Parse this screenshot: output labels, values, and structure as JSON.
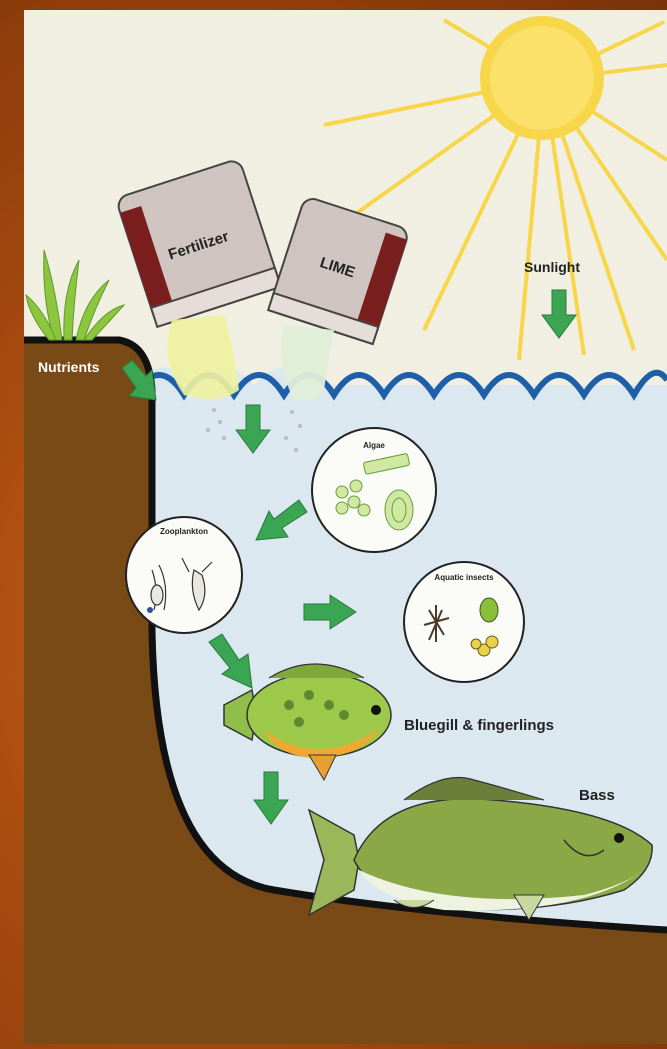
{
  "diagram": {
    "labels": {
      "sunlight": "Sunlight",
      "nutrients": "Nutrients",
      "fertilizer": "Fertilizer",
      "lime": "LIME",
      "algae": "Algae",
      "zooplankton": "Zooplankton",
      "aquatic_insects": "Aquatic insects",
      "bluegill": "Bluegill & fingerlings",
      "bass": "Bass"
    },
    "colors": {
      "sky": "#f1efe2",
      "water": "#dce8f0",
      "wave": "#1f5fa8",
      "soil": "#7a4a16",
      "arrow": "#3aa654",
      "sun": "#f7d64a",
      "bag": "#cfc4c0",
      "bag_band": "#7a1e1e"
    }
  }
}
